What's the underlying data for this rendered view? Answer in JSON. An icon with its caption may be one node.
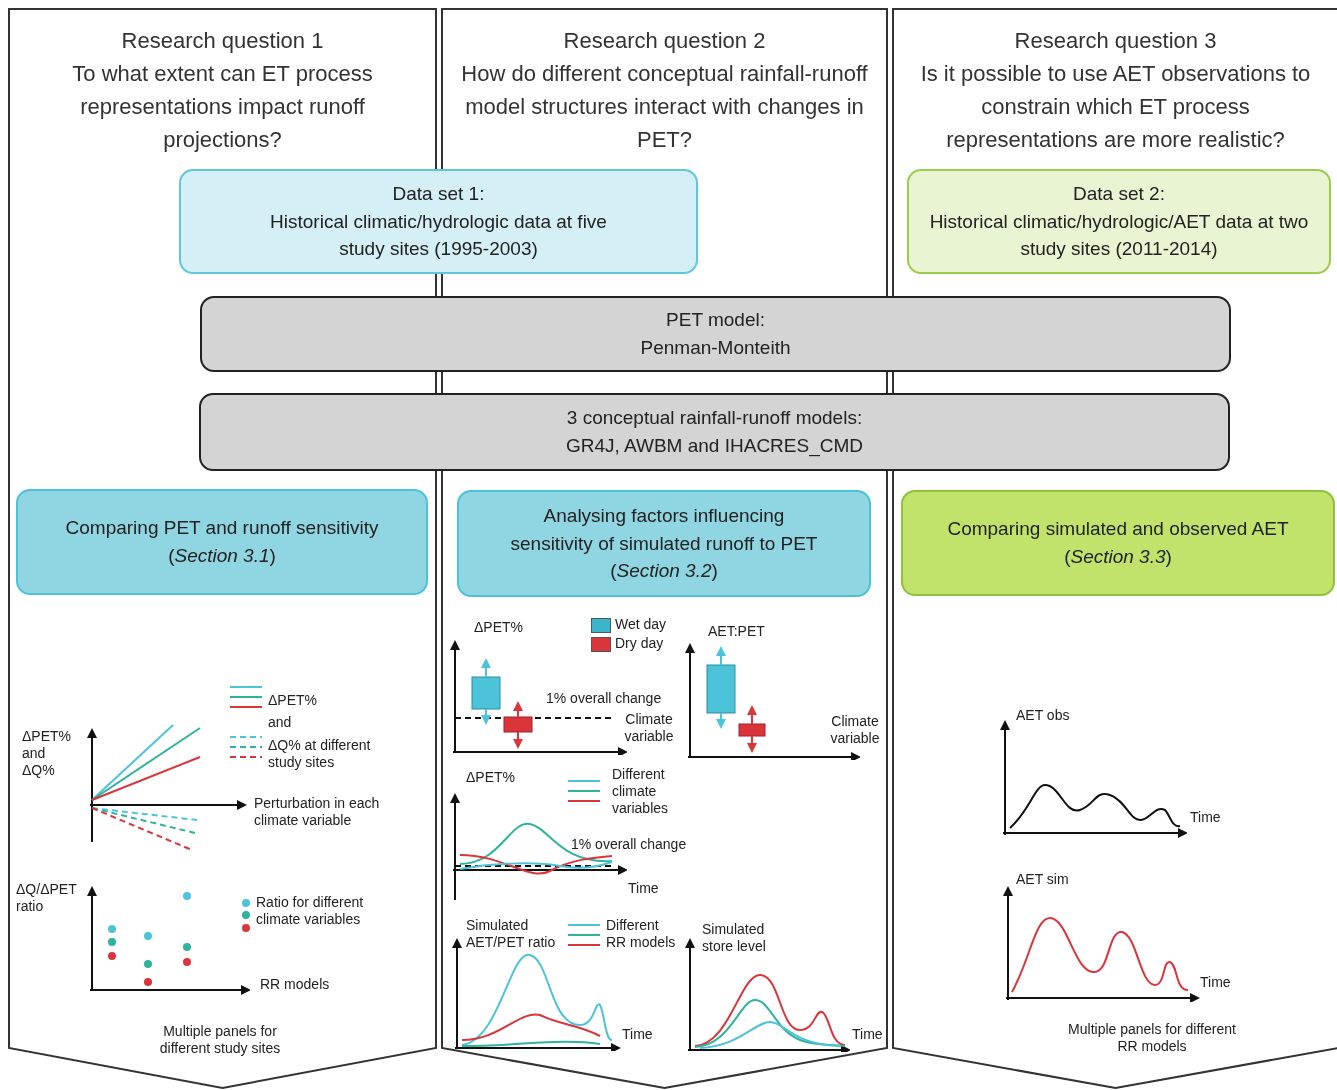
{
  "diagram": {
    "nodes": [
      {
        "text": [
          "Research question 1",
          "To what extent can ET process representations impact runoff projections?"
        ]
      },
      {
        "text": [
          "Research question 2",
          "How do different conceptual rainfall-runoff model structures interact with changes in PET?"
        ]
      },
      {
        "text": [
          "Research question 3",
          "Is it possible to use AET observations to constrain which ET process representations are more realistic?"
        ]
      },
      {
        "text": [
          "Data set 1:",
          "Historical climatic/hydrologic data at five study sites (1995-2003)"
        ]
      },
      {
        "text": [
          "Data set 2:",
          "Historical climatic/hydrologic/AET data at two study sites (2011-2014)"
        ],
        "in": 2
      },
      {
        "text": [
          "PET model:",
          "Penman-Monteith"
        ]
      },
      {
        "text": [
          "3 conceptual rainfall-runoff models:",
          "GR4J, AWBM and IHACRES_CMD"
        ]
      },
      {
        "text": [
          "Comparing PET and runoff sensitivity",
          "(*Section 3.1*)"
        ],
        "in": 0
      },
      {
        "text": [
          "Analysing factors influencing sensitivity of simulated runoff to PET",
          "(*Section 3.2*)"
        ],
        "in": 1
      },
      {
        "text": [
          "Comparing simulated and observed AET",
          "(*Section 3.3*)"
        ],
        "in": 2
      }
    ],
    "labels": [
      "ΔPET% and ΔQ%",
      "ΔPET%",
      "and",
      "ΔQ% at different study sites",
      "Perturbation in each climate variable",
      "ΔQ/ΔPET ratio",
      "Ratio for different climate variables",
      "RR models",
      "Multiple panels for different study sites",
      "ΔPET%",
      "AET:PET",
      "1% overall change",
      "Climate variable",
      "Climate variable",
      "ΔPET%",
      "Different climate variables",
      "1% overall change",
      "Time",
      "Simulated AET/PET ratio",
      "Different RR models",
      "Simulated store level",
      "Time",
      "Time",
      "AET obs",
      "Time",
      "AET sim",
      "Time",
      "Multiple panels for different RR models"
    ],
    "legend": [
      {
        "text": "Wet day",
        "color": "#3cb4cc"
      },
      {
        "text": "Dry day",
        "color": "#d9353b"
      }
    ]
  }
}
